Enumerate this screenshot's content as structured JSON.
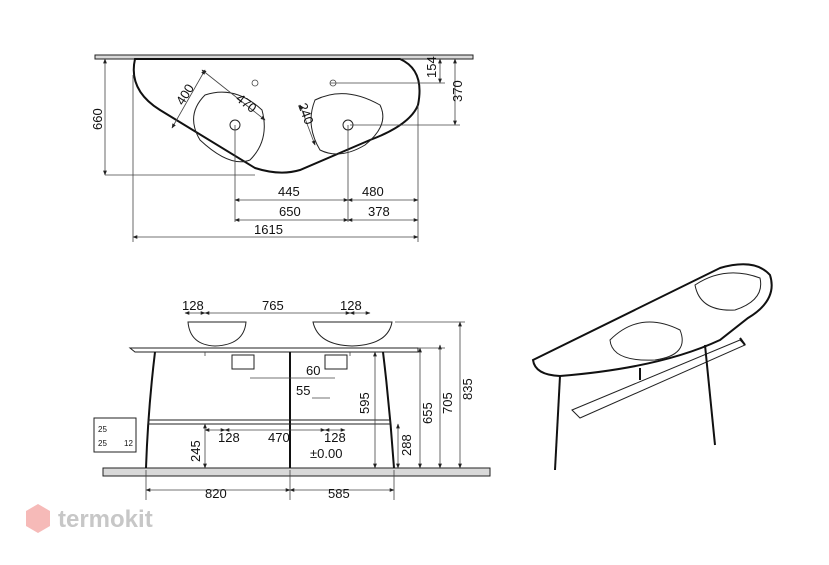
{
  "top_view": {
    "dimensions": [
      "154",
      "370",
      "660",
      "400",
      "470",
      "240",
      "445",
      "480",
      "650",
      "378",
      "1615"
    ]
  },
  "front_view": {
    "dimensions": [
      "128",
      "765",
      "128",
      "60",
      "55",
      "595",
      "655",
      "705",
      "835",
      "128",
      "470",
      "128",
      "245",
      "288",
      "±0.00",
      "820",
      "585"
    ],
    "detail": [
      "25",
      "12",
      "25"
    ]
  },
  "watermark": "termokit",
  "colors": {
    "logo_red": "#e53935",
    "logo_grey": "#c7c7c7"
  }
}
